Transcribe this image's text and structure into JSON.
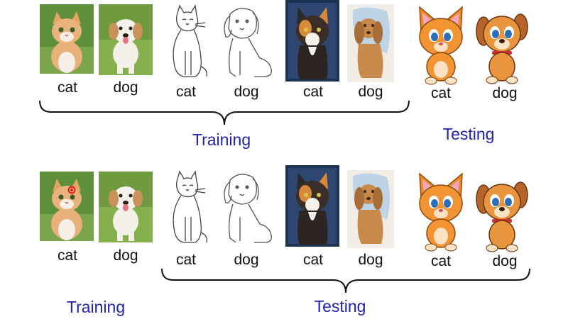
{
  "top_row": {
    "items": [
      {
        "caption": "cat",
        "style": "photo",
        "icon": "cat-photo"
      },
      {
        "caption": "dog",
        "style": "photo",
        "icon": "dog-photo"
      },
      {
        "caption": "cat",
        "style": "sketch",
        "icon": "cat-sketch"
      },
      {
        "caption": "dog",
        "style": "sketch",
        "icon": "dog-sketch"
      },
      {
        "caption": "cat",
        "style": "painting",
        "icon": "cat-painting"
      },
      {
        "caption": "dog",
        "style": "painting",
        "icon": "dog-painting"
      },
      {
        "caption": "cat",
        "style": "cartoon",
        "icon": "cat-cartoon"
      },
      {
        "caption": "dog",
        "style": "cartoon",
        "icon": "dog-cartoon"
      }
    ],
    "training_label": "Training",
    "testing_label": "Testing"
  },
  "bottom_row": {
    "items": [
      {
        "caption": "cat",
        "style": "photo",
        "icon": "cat-photo"
      },
      {
        "caption": "dog",
        "style": "photo",
        "icon": "dog-photo"
      },
      {
        "caption": "cat",
        "style": "sketch",
        "icon": "cat-sketch"
      },
      {
        "caption": "dog",
        "style": "sketch",
        "icon": "dog-sketch"
      },
      {
        "caption": "cat",
        "style": "painting",
        "icon": "cat-painting"
      },
      {
        "caption": "dog",
        "style": "painting",
        "icon": "dog-painting"
      },
      {
        "caption": "cat",
        "style": "cartoon",
        "icon": "cat-cartoon"
      },
      {
        "caption": "dog",
        "style": "cartoon",
        "icon": "dog-cartoon"
      }
    ],
    "training_label": "Training",
    "testing_label": "Testing"
  },
  "colors": {
    "label_text": "#2222aa",
    "caption_text": "#111111",
    "brace": "#111111",
    "marker": "#e11b1b"
  }
}
